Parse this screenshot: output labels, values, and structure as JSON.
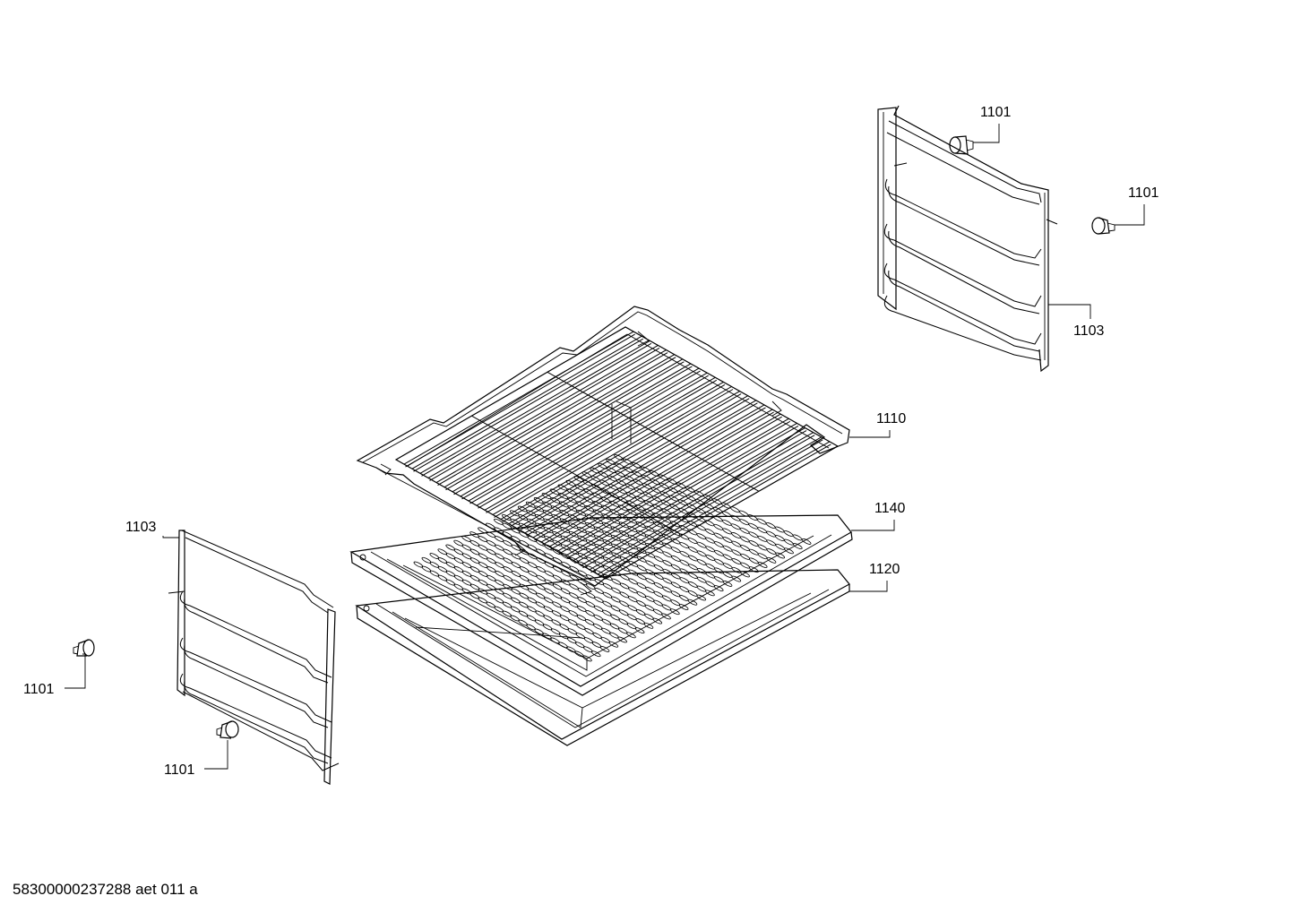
{
  "labels": {
    "clip_top_a": "1101",
    "clip_top_b": "1101",
    "rail_right": "1103",
    "grid": "1110",
    "tray_perforated": "1140",
    "tray_deep": "1120",
    "rail_left": "1103",
    "clip_left_a": "1101",
    "clip_left_b": "1101"
  },
  "footer": {
    "document_id": "58300000237288 aet 011 a"
  }
}
